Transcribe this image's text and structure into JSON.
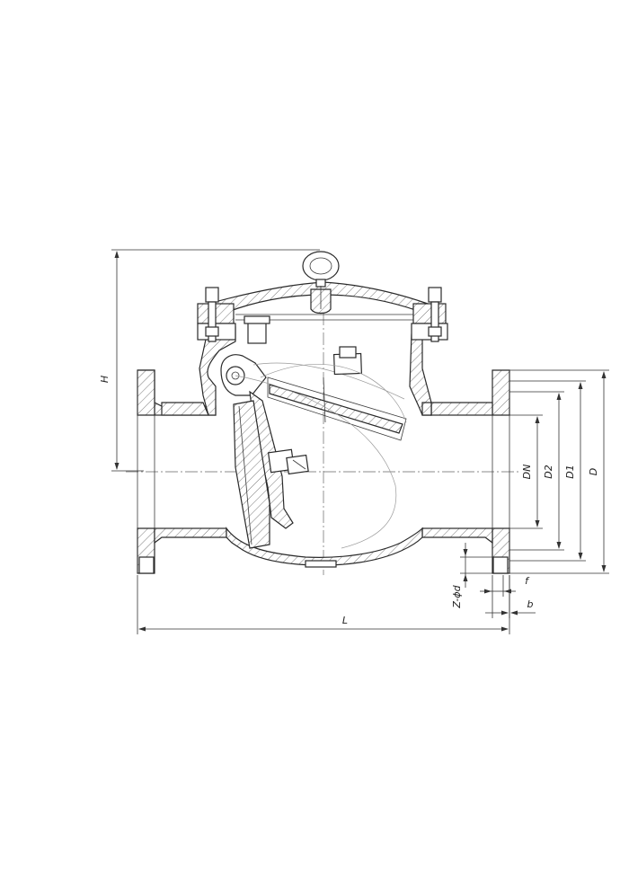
{
  "drawing": {
    "dimensions": {
      "H": "H",
      "DN": "DN",
      "D2": "D2",
      "D1": "D1",
      "D": "D",
      "L": "L",
      "f": "f",
      "b": "b",
      "Z_d": "Z-ϕd"
    }
  }
}
